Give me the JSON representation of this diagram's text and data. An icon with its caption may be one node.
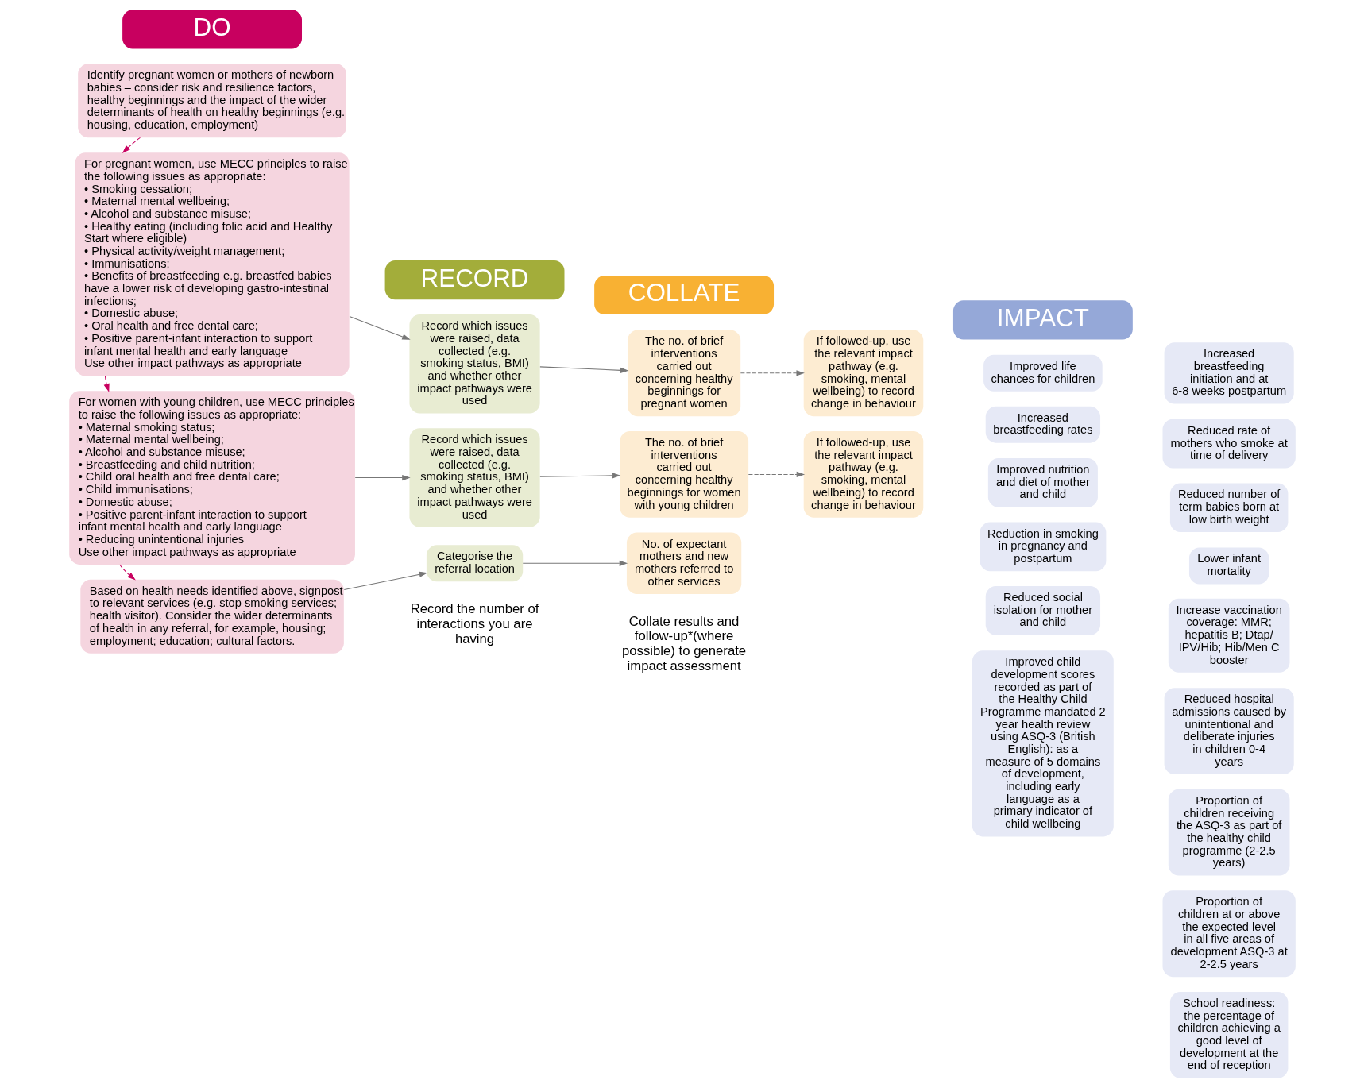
{
  "diagram": {
    "nodes": [
      {
        "text": [
          "DO"
        ]
      },
      {
        "text": [
          "RECORD"
        ]
      },
      {
        "text": [
          "COLLATE"
        ]
      },
      {
        "text": [
          "IMPACT"
        ]
      },
      {
        "text": [
          "Identify pregnant women or mothers of newborn babies – consider risk and resilience factors, healthy beginnings and the impact of the wider determinants of health on healthy beginnings (e.g. housing, education, employment)"
        ]
      },
      {
        "text": [
          "For pregnant women, use MECC principles to raise the following issues as appropriate:",
          "• Smoking cessation;",
          "• Maternal mental wellbeing;",
          "• Alcohol and substance misuse;",
          "• Healthy eating (including folic acid and Healthy Start where eligible)",
          "• Physical activity/weight management;",
          "• Immunisations;",
          "• Benefits of breastfeeding e.g. breastfed babies have a lower risk of developing gastro-intestinal infections;",
          "• Domestic abuse;",
          "• Oral health and free dental care;",
          "• Positive parent-infant interaction to support infant mental health and early language",
          "Use other impact pathways as appropriate"
        ]
      },
      {
        "text": [
          "For women with young children, use MECC principles to raise the following issues as appropriate:",
          "• Maternal smoking status;",
          "• Maternal mental wellbeing;",
          "• Alcohol and substance misuse;",
          "• Breastfeeding and child nutrition;",
          "• Child oral health and free dental care;",
          "• Child immunisations;",
          "• Domestic abuse;",
          "• Positive parent-infant interaction to support infant mental health and early language",
          "• Reducing unintentional injuries",
          "Use other impact pathways as appropriate"
        ]
      },
      {
        "text": [
          "Based on health needs identified above, signpost to relevant services (e.g. stop smoking services; health visitor). Consider the wider determinants of health in any referral, for example, housing; employment; education; cultural factors."
        ]
      },
      {
        "text": [
          "Record which issues were raised, data collected (e.g. smoking status, BMI) and whether other impact pathways were used"
        ]
      },
      {
        "text": [
          "Record which issues were raised, data collected (e.g. smoking status, BMI) and whether other impact pathways were used"
        ]
      },
      {
        "text": [
          "Categorise the referral location"
        ]
      },
      {
        "text": [
          "The no. of brief interventions carried out concerning healthy beginnings for pregnant women"
        ]
      },
      {
        "text": [
          "If followed-up, use the relevant impact pathway (e.g. smoking, mental wellbeing) to record change in behaviour"
        ]
      },
      {
        "text": [
          "The no. of brief interventions carried out concerning healthy beginnings for women with young children"
        ]
      },
      {
        "text": [
          "If followed-up, use the relevant impact pathway (e.g. smoking, mental wellbeing) to record change in behaviour"
        ]
      },
      {
        "text": [
          "No. of expectant mothers and new mothers referred to other services"
        ]
      },
      {
        "text": [
          "Improved life chances for children"
        ]
      },
      {
        "text": [
          "Increased breastfeeding rates"
        ]
      },
      {
        "text": [
          "Improved nutrition and diet of mother and child"
        ]
      },
      {
        "text": [
          "Reduction in smoking in pregnancy and postpartum"
        ]
      },
      {
        "text": [
          "Reduced social isolation for mother and child"
        ]
      },
      {
        "text": [
          "Improved child development scores recorded as part of the Healthy Child Programme mandated 2 year health review using ASQ-3 (British English): as a measure of 5 domains of development, including early language as a primary indicator of child wellbeing"
        ]
      },
      {
        "text": [
          "Increased breastfeeding initiation and at 6-8 weeks postpartum"
        ]
      },
      {
        "text": [
          "Reduced rate of mothers who smoke at time of delivery"
        ]
      },
      {
        "text": [
          "Reduced number of term babies born at low birth weight"
        ]
      },
      {
        "text": [
          "Lower infant mortality"
        ]
      },
      {
        "text": [
          "Increase vaccination coverage: MMR; hepatitis B; Dtap/ IPV/Hib; Hib/Men C booster"
        ]
      },
      {
        "text": [
          "Reduced hospital admissions caused by unintentional and deliberate injuries in children 0-4 years"
        ]
      },
      {
        "text": [
          "Proportion of children receiving the ASQ-3 as part of the healthy child programme (2-2.5 years)"
        ]
      },
      {
        "text": [
          "Proportion of children at or above the expected level in all five areas of development ASQ-3 at 2-2.5 years"
        ]
      },
      {
        "text": [
          "School readiness: the percentage of children achieving a good level of development at the end of reception"
        ]
      }
    ],
    "edges": [
      {
        "from": 4,
        "to": 5,
        "arrow": "to",
        "style": "dashed",
        "color": "#c8005f"
      },
      {
        "from": 5,
        "to": 6,
        "arrow": "to",
        "style": "dashed",
        "color": "#c8005f"
      },
      {
        "from": 6,
        "to": 7,
        "arrow": "to",
        "style": "dashed",
        "color": "#c8005f"
      },
      {
        "from": 5,
        "to": 8,
        "arrow": "to"
      },
      {
        "from": 8,
        "to": 11,
        "arrow": "to"
      },
      {
        "from": 11,
        "to": 12,
        "arrow": "to",
        "style": "dashed"
      },
      {
        "from": 6,
        "to": 9,
        "arrow": "to"
      },
      {
        "from": 9,
        "to": 13,
        "arrow": "to"
      },
      {
        "from": 13,
        "to": 14,
        "arrow": "to",
        "style": "dashed"
      },
      {
        "from": 7,
        "to": 10,
        "arrow": "to"
      },
      {
        "from": 10,
        "to": 15,
        "arrow": "to"
      }
    ],
    "labels": [
      "Record the number of interactions you are having",
      "Collate results and follow-up*(where possible) to generate impact assessment"
    ]
  }
}
